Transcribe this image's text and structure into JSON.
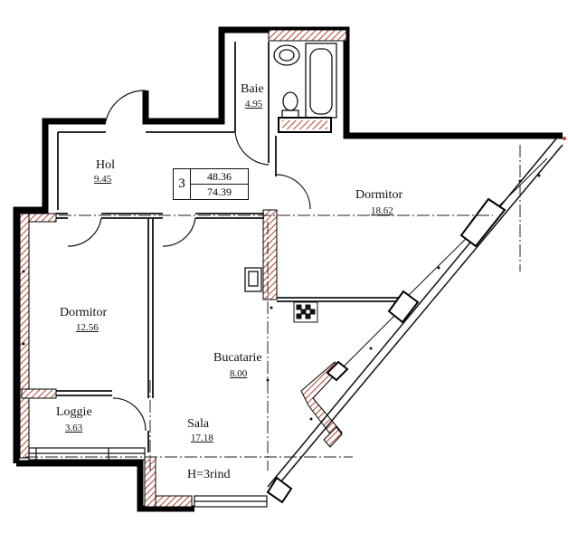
{
  "rooms": {
    "baie": {
      "name": "Baie",
      "area": "4.95"
    },
    "hol": {
      "name": "Hol",
      "area": "9.45"
    },
    "dormitor_main": {
      "name": "Dormitor",
      "area": "18.62"
    },
    "dormitor_small": {
      "name": "Dormitor",
      "area": "12.56"
    },
    "bucatarie": {
      "name": "Bucatarie",
      "area": "8.00"
    },
    "loggie": {
      "name": "Loggie",
      "area": "3.63"
    },
    "sala": {
      "name": "Sala",
      "area": "17.18"
    }
  },
  "unit": {
    "number": "3",
    "living_area": "48.36",
    "total_area": "74.39"
  },
  "ceiling_height": "H=3rind",
  "colors": {
    "wall": "#000000",
    "hatch": "#b4442e",
    "line": "#111111"
  }
}
